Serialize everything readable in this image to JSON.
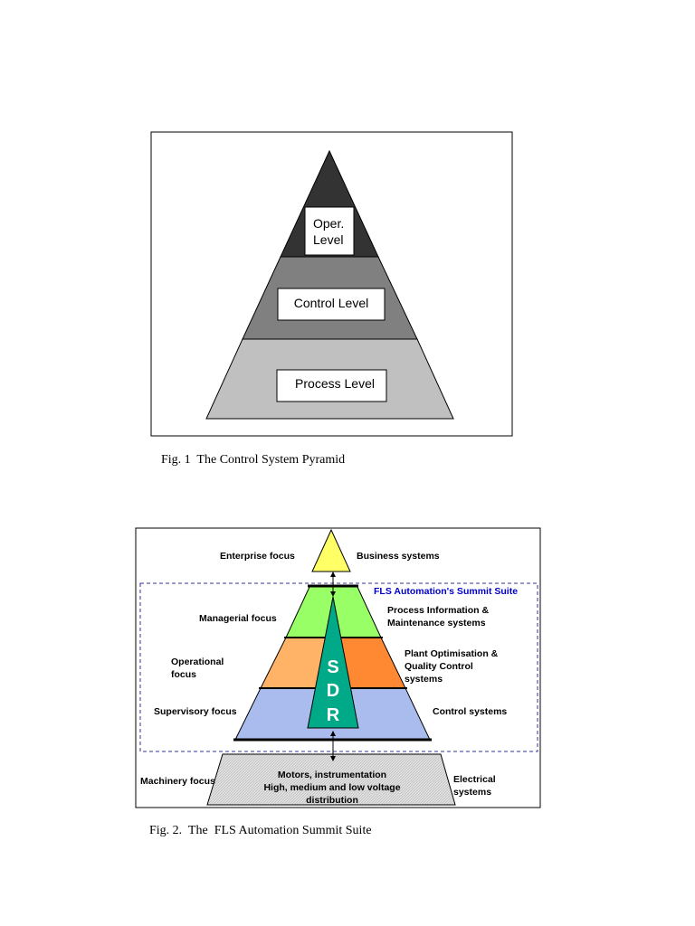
{
  "figure1": {
    "caption": "Fig. 1  The Control System Pyramid",
    "levels": {
      "oper_line1": "Oper.",
      "oper_line2": "Level",
      "control": "Control Level",
      "process": "Process Level"
    },
    "colors": {
      "top": "#333333",
      "middle": "#808080",
      "bottom": "#c0c0c0"
    }
  },
  "figure2": {
    "caption": "Fig. 2.  The  FLS Automation Summit Suite",
    "suite_label": "FLS Automation's Summit Suite",
    "sdr_letters": [
      "S",
      "D",
      "R"
    ],
    "left": {
      "enterprise": "Enterprise focus",
      "managerial": "Managerial focus",
      "operational_1": "Operational",
      "operational_2": "focus",
      "supervisory": "Supervisory focus",
      "machinery": "Machinery focus"
    },
    "right": {
      "business": "Business systems",
      "pim_1": "Process Information &",
      "pim_2": "Maintenance systems",
      "poq_1": "Plant Optimisation  &",
      "poq_2": "Quality Control",
      "poq_3": "systems",
      "control": "Control systems",
      "electrical_1": "Electrical",
      "electrical_2": "systems"
    },
    "base": {
      "line1": "Motors, instrumentation",
      "line2": "High, medium and low voltage",
      "line3": "distribution"
    },
    "colors": {
      "business": "#ffff66",
      "managerial": "#99ff66",
      "operational_left": "#ffb366",
      "operational_right": "#ff8833",
      "supervisory": "#aabbee",
      "sdr": "#00aa88",
      "base": "#d9d9d9",
      "suite_text": "#0000cc",
      "suite_border": "#333399"
    }
  }
}
